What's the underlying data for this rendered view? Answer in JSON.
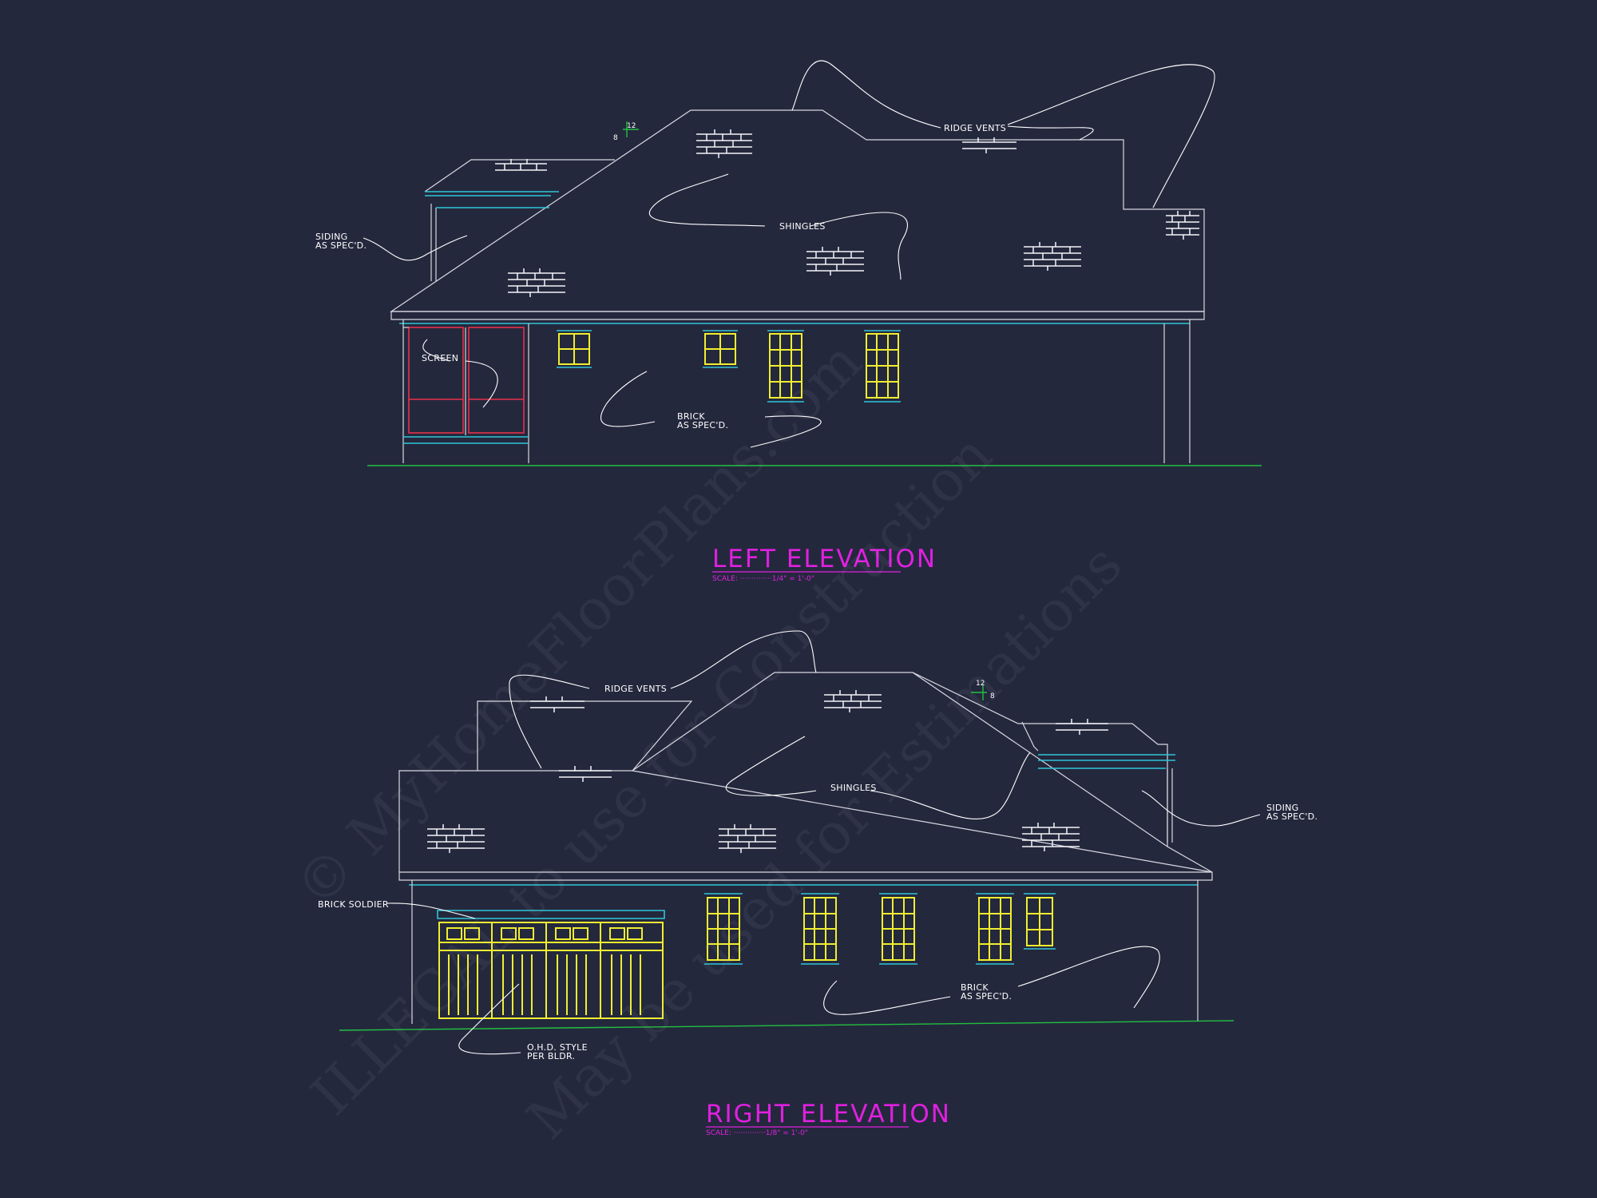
{
  "watermark": {
    "line1": "© MyHomeFloorPlans.com",
    "line2": "ILLEGAL to use for Construction",
    "line3": "May be used for Estimations"
  },
  "left_elevation": {
    "title": "LEFT ELEVATION",
    "scale": "SCALE: ··············1/4\" = 1'-0\"",
    "pitch_rise": "8",
    "pitch_run": "12",
    "notes": {
      "siding": [
        "SIDING",
        "AS SPEC'D."
      ],
      "ridge_vents": "RIDGE VENTS",
      "shingles": "SHINGLES",
      "screen": "SCREEN",
      "brick": [
        "BRICK",
        "AS SPEC'D."
      ]
    }
  },
  "right_elevation": {
    "title": "RIGHT ELEVATION",
    "scale": "SCALE: ··············1/8\" = 1'-0\"",
    "pitch_rise": "8",
    "pitch_run": "12",
    "notes": {
      "ridge_vents": "RIDGE VENTS",
      "shingles": "SHINGLES",
      "siding": [
        "SIDING",
        "AS SPEC'D."
      ],
      "brick_soldier": "BRICK SOLDIER",
      "brick": [
        "BRICK",
        "AS SPEC'D."
      ],
      "ohd": [
        "O.H.D. STYLE",
        "PER BLDR."
      ]
    }
  },
  "colors": {
    "background": "#24283d",
    "outline": "#d8d8e0",
    "trim": "#2ec4d6",
    "grade": "#22c040",
    "screen": "#e8304a",
    "windows": "#f0ee30",
    "titles": "#e020e0"
  }
}
